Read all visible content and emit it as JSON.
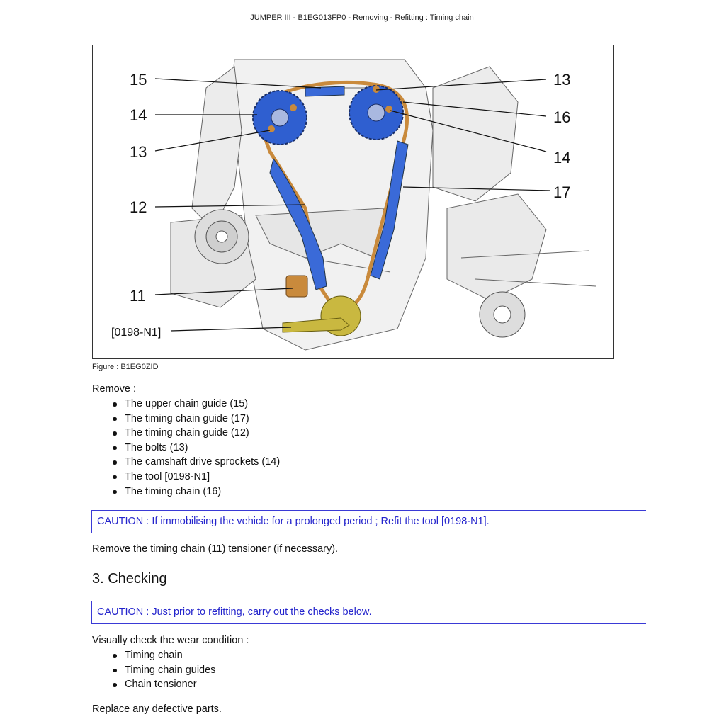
{
  "header": {
    "title": "JUMPER III - B1EG013FP0 - Removing - Refitting : Timing chain"
  },
  "figure": {
    "caption": "Figure : B1EG0ZID",
    "callouts": {
      "l15": "15",
      "l14": "14",
      "l13": "13",
      "l12": "12",
      "l11": "11",
      "ltool": "[0198-N1]",
      "r13": "13",
      "r16": "16",
      "r14": "14",
      "r17": "17"
    }
  },
  "remove": {
    "intro": "Remove :",
    "items": [
      "The upper chain guide (15)",
      "The timing chain guide (17)",
      "The timing chain guide (12)",
      "The bolts (13)",
      "The camshaft drive sprockets (14)",
      "The tool [0198-N1]",
      "The timing chain (16)"
    ]
  },
  "caution1": "CAUTION : If immobilising the vehicle for a prolonged period ; Refit the tool [0198-N1].",
  "tensioner_text": "Remove the timing chain (11) tensioner  (if necessary).",
  "checking": {
    "title": "3. Checking",
    "caution": "CAUTION : Just prior to refitting, carry out the checks below.",
    "intro": "Visually check the wear condition :",
    "items": [
      "Timing chain",
      "Timing chain guides",
      "Chain tensioner"
    ],
    "outro": "Replace any defective parts."
  },
  "colors": {
    "caution": "#2424cc",
    "sprocket": "#2f5fd0",
    "chain": "#c98a3c",
    "tool": "#c9b840"
  }
}
